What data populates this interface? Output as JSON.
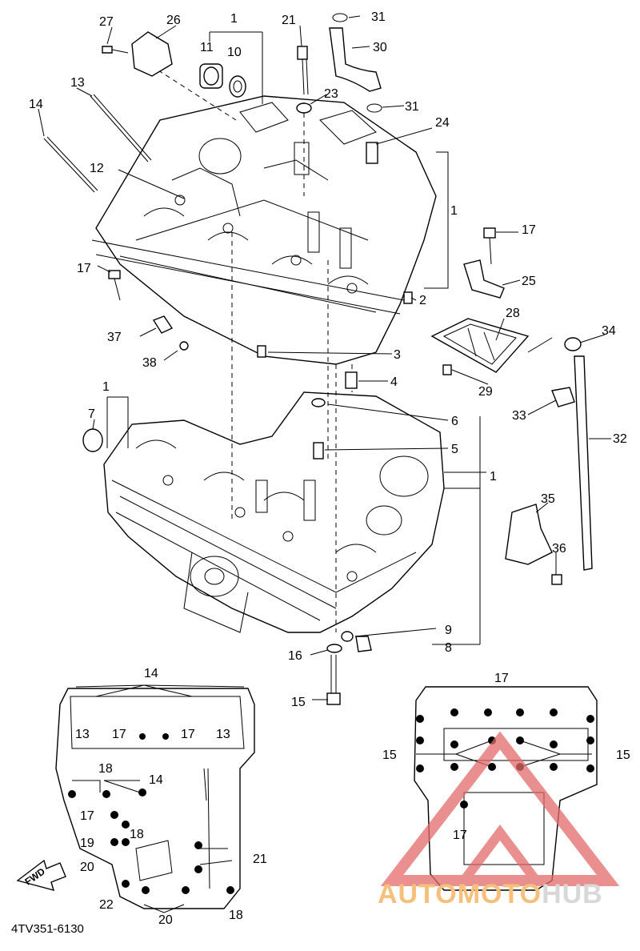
{
  "diagram": {
    "code": "4TV351-6130",
    "fwd_label": "FWD",
    "watermark": {
      "part1": "AUTOMOTO",
      "part2": "HUB"
    },
    "callouts": [
      {
        "id": "c1a",
        "text": "1"
      },
      {
        "id": "c1b",
        "text": "1"
      },
      {
        "id": "c1c",
        "text": "1"
      },
      {
        "id": "c1d",
        "text": "1"
      },
      {
        "id": "c2",
        "text": "2"
      },
      {
        "id": "c3",
        "text": "3"
      },
      {
        "id": "c4",
        "text": "4"
      },
      {
        "id": "c5",
        "text": "5"
      },
      {
        "id": "c6",
        "text": "6"
      },
      {
        "id": "c7",
        "text": "7"
      },
      {
        "id": "c8",
        "text": "8"
      },
      {
        "id": "c9",
        "text": "9"
      },
      {
        "id": "c10",
        "text": "10"
      },
      {
        "id": "c11",
        "text": "11"
      },
      {
        "id": "c12",
        "text": "12"
      },
      {
        "id": "c13",
        "text": "13"
      },
      {
        "id": "c14",
        "text": "14"
      },
      {
        "id": "c15",
        "text": "15"
      },
      {
        "id": "c16",
        "text": "16"
      },
      {
        "id": "c17a",
        "text": "17"
      },
      {
        "id": "c17b",
        "text": "17"
      },
      {
        "id": "c21",
        "text": "21"
      },
      {
        "id": "c23",
        "text": "23"
      },
      {
        "id": "c24",
        "text": "24"
      },
      {
        "id": "c25",
        "text": "25"
      },
      {
        "id": "c26",
        "text": "26"
      },
      {
        "id": "c27",
        "text": "27"
      },
      {
        "id": "c28",
        "text": "28"
      },
      {
        "id": "c29",
        "text": "29"
      },
      {
        "id": "c30",
        "text": "30"
      },
      {
        "id": "c31a",
        "text": "31"
      },
      {
        "id": "c31b",
        "text": "31"
      },
      {
        "id": "c32",
        "text": "32"
      },
      {
        "id": "c33",
        "text": "33"
      },
      {
        "id": "c34",
        "text": "34"
      },
      {
        "id": "c35",
        "text": "35"
      },
      {
        "id": "c36",
        "text": "36"
      },
      {
        "id": "c37",
        "text": "37"
      },
      {
        "id": "c38",
        "text": "38"
      }
    ],
    "inset_left_callouts": [
      {
        "id": "l14a",
        "text": "14"
      },
      {
        "id": "l13a",
        "text": "13"
      },
      {
        "id": "l17a",
        "text": "17"
      },
      {
        "id": "l17b",
        "text": "17"
      },
      {
        "id": "l13b",
        "text": "13"
      },
      {
        "id": "l18a",
        "text": "18"
      },
      {
        "id": "l14b",
        "text": "14"
      },
      {
        "id": "l17c",
        "text": "17"
      },
      {
        "id": "l18b",
        "text": "18"
      },
      {
        "id": "l19",
        "text": "19"
      },
      {
        "id": "l20a",
        "text": "20"
      },
      {
        "id": "l21",
        "text": "21"
      },
      {
        "id": "l22",
        "text": "22"
      },
      {
        "id": "l20b",
        "text": "20"
      },
      {
        "id": "l18c",
        "text": "18"
      }
    ],
    "inset_right_callouts": [
      {
        "id": "r17a",
        "text": "17"
      },
      {
        "id": "r15a",
        "text": "15"
      },
      {
        "id": "r15b",
        "text": "15"
      },
      {
        "id": "r17b",
        "text": "17"
      }
    ]
  }
}
